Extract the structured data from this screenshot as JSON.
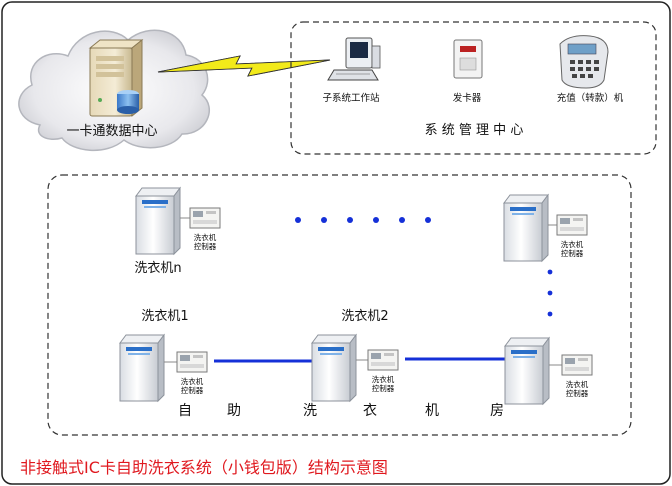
{
  "data_center": {
    "label": "一卡通数据中心"
  },
  "management": {
    "title": "系 统 管 理 中 心",
    "devices": [
      {
        "label": "子系统工作站",
        "icon": "workstation-icon"
      },
      {
        "label": "发卡器",
        "icon": "card-issuer-icon"
      },
      {
        "label": "充值（转款）机",
        "icon": "recharge-machine-icon"
      }
    ]
  },
  "laundry_room": {
    "label_chars": [
      "自",
      "助",
      "洗",
      "衣",
      "机",
      "房"
    ],
    "controller_label": [
      "洗衣机",
      "控制器"
    ],
    "machines": [
      {
        "id": "n",
        "label": "洗衣机n"
      },
      {
        "id": "1",
        "label": "洗衣机1"
      },
      {
        "id": "2",
        "label": "洗衣机2"
      },
      {
        "id": "top-right",
        "label": ""
      },
      {
        "id": "bottom-right",
        "label": ""
      }
    ]
  },
  "footer": {
    "title": "非接触式IC卡自助洗衣系统（小钱包版）结构示意图",
    "color": "#e0191f"
  },
  "colors": {
    "network_line": "#1530d8",
    "lightning": "#f2ea1a"
  }
}
